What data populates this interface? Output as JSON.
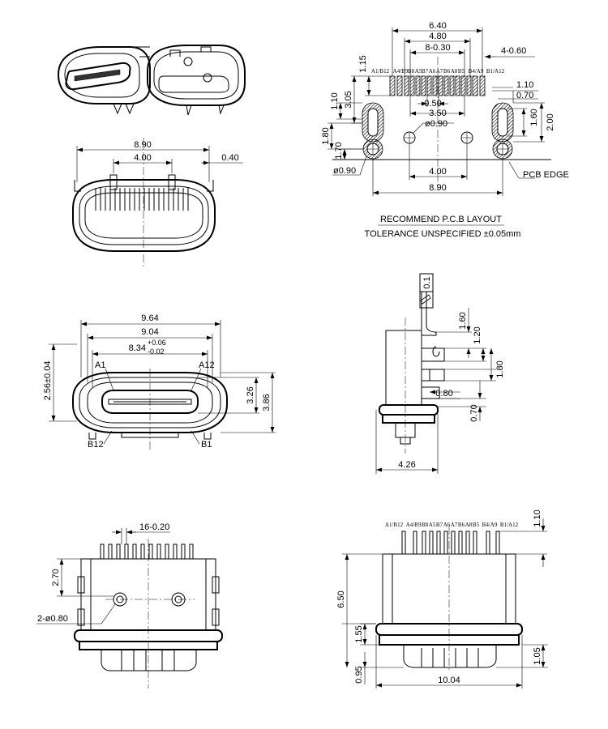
{
  "pcb_layout": {
    "dims": {
      "w640": "6.40",
      "w480": "4.80",
      "pitch": "8-0.30",
      "slot": "4-0.60",
      "h115": "1.15",
      "h305": "3.05",
      "h110": "1.10",
      "h180": "1.80",
      "h170": "1.70",
      "w050": "0.50",
      "w350": "3.50",
      "d090": "ø0.90",
      "d090b": "ø0.90",
      "w400": "4.00",
      "w890": "8.90",
      "r110": "1.10",
      "r070": "0.70",
      "r160": "1.60",
      "r200": "2.00"
    },
    "pin_labels": [
      "A1/B12",
      "A4/B9",
      "B8",
      "A5",
      "B7",
      "A6",
      "A7",
      "B6",
      "A8",
      "B5",
      "B4/A9",
      "B1/A12"
    ],
    "pcb_edge": "PCB EDGE",
    "title": "RECOMMEND P.C.B LAYOUT",
    "tolerance": "TOLERANCE UNSPECIFIED ±0.05mm"
  },
  "top_view": {
    "w890": "8.90",
    "w400": "4.00",
    "w040": "0.40"
  },
  "front_view": {
    "w964": "9.64",
    "w904": "9.04",
    "w834": "8.34",
    "tol_plus": "+0.06",
    "tol_minus": "-0.02",
    "h256": "2.56±0.04",
    "h326": "3.26",
    "h386": "3.86",
    "a1": "A1",
    "a12": "A12",
    "b12": "B12",
    "b1": "B1"
  },
  "side_view": {
    "flatness": "0.1",
    "h160": "1.60",
    "h120": "1.20",
    "h180": "1.80",
    "w080": "0.80",
    "h070": "0.70",
    "w426": "4.26"
  },
  "bottom_view": {
    "pitch": "16-0.20",
    "h270": "2.70",
    "holes": "2-ø0.80"
  },
  "rear_view": {
    "pin_labels": [
      "A1/B12",
      "A4/B9",
      "B8",
      "A5",
      "B7",
      "A6",
      "A7",
      "B6",
      "A8",
      "B5",
      "B4/A9",
      "B1/A12"
    ],
    "h110": "1.10",
    "h650": "6.50",
    "h155": "1.55",
    "h105": "1.05",
    "h095": "0.95",
    "w1004": "10.04"
  }
}
